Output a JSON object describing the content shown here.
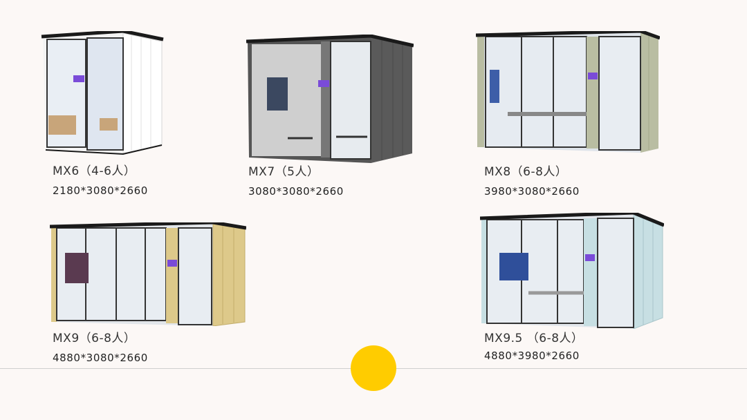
{
  "accent_color": "#ffcc00",
  "products": [
    {
      "model": "MX6（4-6人）",
      "dims": "2180*3080*2660",
      "panel_color": "#ffffff"
    },
    {
      "model": "MX7（5人）",
      "dims": "3080*3080*2660",
      "panel_color": "#6b6b6b"
    },
    {
      "model": "MX8（6-8人）",
      "dims": "3980*3080*2660",
      "panel_color": "#b9bda2"
    },
    {
      "model": "MX9（6-8人）",
      "dims": "4880*3080*2660",
      "panel_color": "#ddc98a"
    },
    {
      "model": "MX9.5 （6-8人）",
      "dims": "4880*3980*2660",
      "panel_color": "#c7dfe3"
    }
  ]
}
